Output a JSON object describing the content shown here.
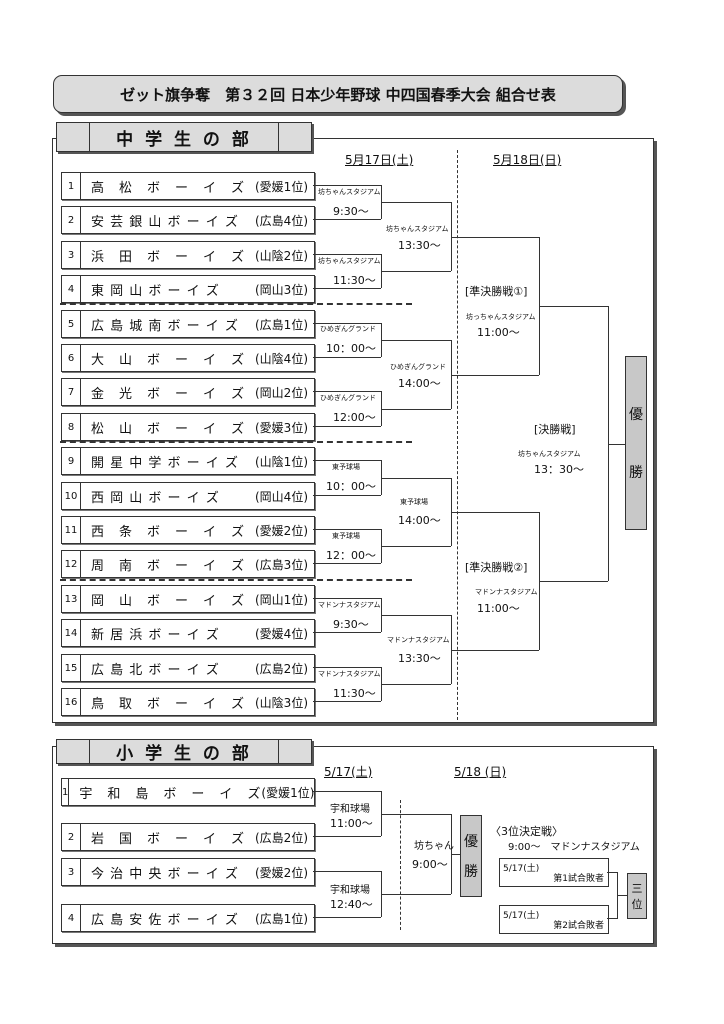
{
  "title": "ゼット旗争奪　第３２回 日本少年野球 中四国春季大会 組合せ表",
  "junior_high": {
    "heading": "中 学 生 の 部",
    "dates": {
      "day1": "5月17日(土)",
      "day2": "5月18日(日)"
    },
    "teams": [
      {
        "num": "1",
        "name": "高　松　ボ　ー　イ　ズ",
        "rank": "(愛媛1位)"
      },
      {
        "num": "2",
        "name": "安 芸 銀 山 ボ ー イ ズ",
        "rank": "(広島4位)"
      },
      {
        "num": "3",
        "name": "浜　田　ボ　ー　イ　ズ",
        "rank": "(山陰2位)"
      },
      {
        "num": "4",
        "name": "東 岡 山 ボ ー イ ズ",
        "rank": "(岡山3位)"
      },
      {
        "num": "5",
        "name": "広 島 城 南 ボ ー イ ズ",
        "rank": "(広島1位)"
      },
      {
        "num": "6",
        "name": "大　山　ボ　ー　イ　ズ",
        "rank": "(山陰4位)"
      },
      {
        "num": "7",
        "name": "金　光　ボ　ー　イ　ズ",
        "rank": "(岡山2位)"
      },
      {
        "num": "8",
        "name": "松　山　ボ　ー　イ　ズ",
        "rank": "(愛媛3位)"
      },
      {
        "num": "9",
        "name": "開 星 中 学 ボ ー イ ズ",
        "rank": "(山陰1位)"
      },
      {
        "num": "10",
        "name": "西 岡 山 ボ ー イ ズ",
        "rank": "(岡山4位)"
      },
      {
        "num": "11",
        "name": "西　条　ボ　ー　イ　ズ",
        "rank": "(愛媛2位)"
      },
      {
        "num": "12",
        "name": "周　南　ボ　ー　イ　ズ",
        "rank": "(広島3位)"
      },
      {
        "num": "13",
        "name": "岡　山　ボ　ー　イ　ズ",
        "rank": "(岡山1位)"
      },
      {
        "num": "14",
        "name": "新 居 浜 ボ ー イ ズ",
        "rank": "(愛媛4位)"
      },
      {
        "num": "15",
        "name": "広 島 北 ボ ー イ ズ",
        "rank": "(広島2位)"
      },
      {
        "num": "16",
        "name": "鳥　取　ボ　ー　イ　ズ",
        "rank": "(山陰3位)"
      }
    ],
    "round1": [
      {
        "venue": "坊ちゃんスタジアム",
        "time": "9:30～"
      },
      {
        "venue": "坊ちゃんスタジアム",
        "time": "11:30～"
      },
      {
        "venue": "ひめぎんグランド",
        "time": "10：00～"
      },
      {
        "venue": "ひめぎんグランド",
        "time": "12:00～"
      },
      {
        "venue": "東予球場",
        "time": "10：00～"
      },
      {
        "venue": "東予球場",
        "time": "12：00～"
      },
      {
        "venue": "マドンナスタジアム",
        "time": "9:30～"
      },
      {
        "venue": "マドンナスタジアム",
        "time": "11:30～"
      }
    ],
    "round2": [
      {
        "venue": "坊ちゃんスタジアム",
        "time": "13:30～"
      },
      {
        "venue": "ひめぎんグランド",
        "time": "14:00～"
      },
      {
        "venue": "東予球場",
        "time": "14:00～"
      },
      {
        "venue": "マドンナスタジアム",
        "time": "13:30～"
      }
    ],
    "semifinals": [
      {
        "label": "[準決勝戦①]",
        "venue": "坊っちゃんスタジアム",
        "time": "11:00～"
      },
      {
        "label": "[準決勝戦②]",
        "venue": "マドンナスタジアム",
        "time": "11:00～"
      }
    ],
    "final": {
      "label": "[決勝戦]",
      "venue": "坊ちゃんスタジアム",
      "time": "13：30～"
    },
    "champion": [
      "優",
      "勝"
    ]
  },
  "elementary": {
    "heading": "小 学 生 の 部",
    "dates": {
      "day1": "5/17(土)",
      "day2": "5/18 (日)"
    },
    "teams": [
      {
        "num": "1",
        "name": "宇　和　島　ボ　ー　イ　ズ",
        "rank": "(愛媛1位)"
      },
      {
        "num": "2",
        "name": "岩　国　ボ　ー　イ　ズ",
        "rank": "(広島2位)"
      },
      {
        "num": "3",
        "name": "今 治 中 央 ボ ー イ ズ",
        "rank": "(愛媛2位)"
      },
      {
        "num": "4",
        "name": "広 島 安 佐 ボ ー イ ズ",
        "rank": "(広島1位)"
      }
    ],
    "round1": [
      {
        "venue": "宇和球場",
        "time": "11:00～"
      },
      {
        "venue": "宇和球場",
        "time": "12:40～"
      }
    ],
    "final": {
      "venue": "坊ちゃん",
      "time": "9:00～"
    },
    "champion": [
      "優",
      "勝"
    ],
    "third_place": {
      "title": "〈3位決定戦〉",
      "time": "9:00～　マドンナスタジアム",
      "box1_date": "5/17(土)",
      "box1_text": "第1試合敗者",
      "box2_date": "5/17(土)",
      "box2_text": "第2試合敗者",
      "result": [
        "三",
        "位"
      ]
    }
  }
}
